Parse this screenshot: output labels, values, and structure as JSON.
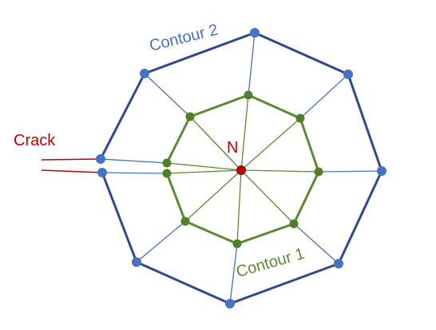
{
  "labels": {
    "crack": "Crack",
    "node": "N",
    "contour1": "Contour 1",
    "contour2": "Contour 2"
  },
  "colors": {
    "outer": "#2e4a8b",
    "outer_spoke": "#4472c4",
    "inner": "#5b8a32",
    "crack": "#c00000",
    "outer_node": "#4472c4",
    "inner_node": "#4f7f2a",
    "center_node": "#c00000",
    "contour2_text": "#4472c4",
    "contour1_text": "#5b8a32"
  }
}
